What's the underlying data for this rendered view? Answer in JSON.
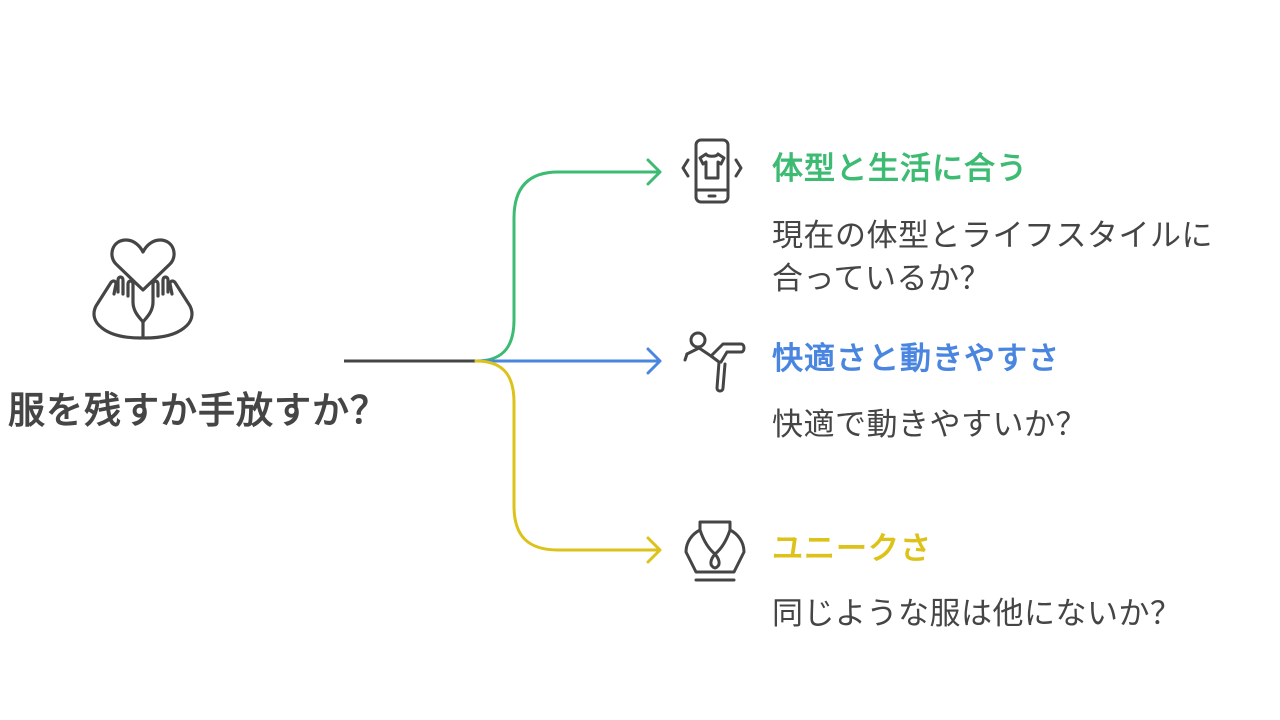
{
  "root": {
    "title": "服を残すか手放すか？",
    "icon": "heart-in-hands-icon"
  },
  "branches": [
    {
      "title": "体型と生活に合う",
      "description_lines": [
        "現在の体型とライフスタイルに",
        "合っているか？"
      ],
      "color": "#3dbb73",
      "icon": "smartphone-shirt-icon"
    },
    {
      "title": "快適さと動きやすさ",
      "description_lines": [
        "快適で動きやすいか？"
      ],
      "color": "#4a86e0",
      "icon": "kicking-person-icon"
    },
    {
      "title": "ユニークさ",
      "description_lines": [
        "同じような服は他にないか？"
      ],
      "color": "#dcc219",
      "icon": "necklace-icon"
    }
  ],
  "colors": {
    "text": "#454545",
    "stem": "#454545",
    "icon": "#454545"
  }
}
